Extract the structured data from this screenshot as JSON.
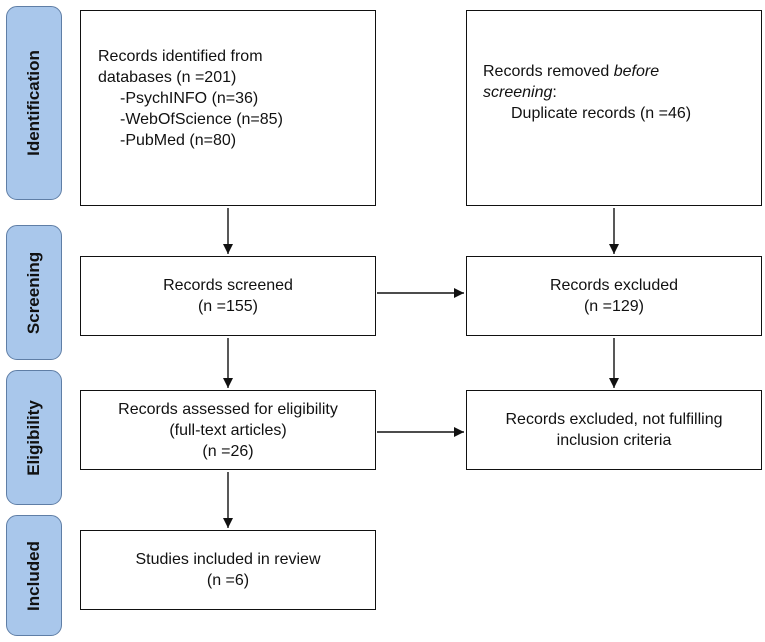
{
  "phases": {
    "identification": "Identification",
    "screening": "Screening",
    "eligibility": "Eligibility",
    "included": "Included"
  },
  "boxes": {
    "identified": {
      "title": "Records identified from",
      "subtitle": "databases (n =201)",
      "sources": [
        "-PsychINFO (n=36)",
        "-WebOfScience (n=85)",
        "-PubMed (n=80)"
      ]
    },
    "removed": {
      "prefix": "Records removed ",
      "emphasis": "before",
      "emphasis2": "screening",
      "suffix": ":",
      "detail": "Duplicate records (n =46)"
    },
    "screened": {
      "title": "Records screened",
      "count": "(n =155)"
    },
    "excluded": {
      "title": "Records excluded",
      "count": "(n =129)"
    },
    "assessed": {
      "title": "Records assessed for eligibility",
      "subtitle": "(full-text articles)",
      "count": "(n =26)"
    },
    "excluded_criteria": {
      "line1": "Records excluded, not fulfilling",
      "line2": "inclusion criteria"
    },
    "included": {
      "title": "Studies included in review",
      "count": "(n =6)"
    }
  }
}
